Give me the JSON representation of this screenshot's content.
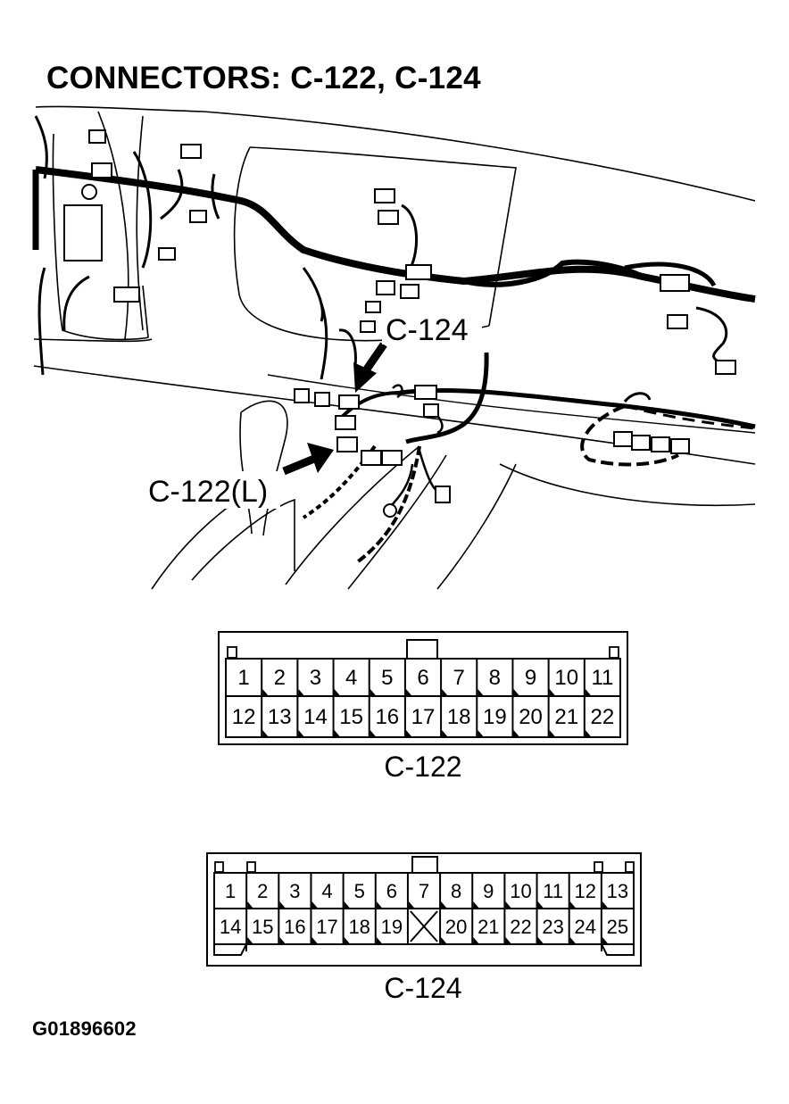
{
  "title": "CONNECTORS: C-122, C-124",
  "figure_id": "G01896602",
  "callouts": {
    "c124": "C-124",
    "c122": "C-122(L)"
  },
  "connector_c122": {
    "name": "C-122",
    "top_row": [
      "1",
      "2",
      "3",
      "4",
      "5",
      "6",
      "7",
      "8",
      "9",
      "10",
      "11"
    ],
    "bottom_row": [
      "12",
      "13",
      "14",
      "15",
      "16",
      "17",
      "18",
      "19",
      "20",
      "21",
      "22"
    ]
  },
  "connector_c124": {
    "name": "C-124",
    "top_row": [
      "1",
      "2",
      "3",
      "4",
      "5",
      "6",
      "7",
      "8",
      "9",
      "10",
      "11",
      "12",
      "13"
    ],
    "bottom_row": [
      "14",
      "15",
      "16",
      "17",
      "18",
      "19",
      "",
      "20",
      "21",
      "22",
      "23",
      "24",
      "25"
    ]
  }
}
